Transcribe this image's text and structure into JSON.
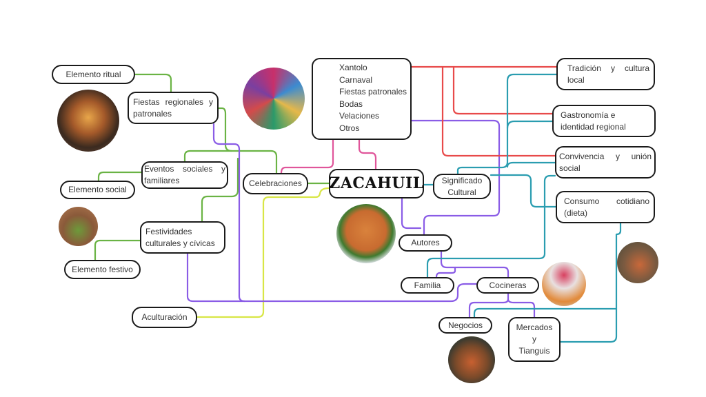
{
  "title": "ZACAHUIL",
  "colors": {
    "green": "#6ab344",
    "purple": "#8a5ce6",
    "pink": "#e0559a",
    "red": "#e84a4a",
    "teal": "#2a9db0",
    "lime": "#d8e645"
  },
  "nodes": {
    "elemento_ritual": "Elemento ritual",
    "fiestas_regionales": "Fiestas regionales y patronales",
    "eventos_sociales": "Eventos sociales y familiares",
    "elemento_social": "Elemento social",
    "festividades": "Festividades culturales y cívicas",
    "elemento_festivo": "Elemento festivo",
    "aculturacion": "Aculturación",
    "celebraciones": "Celebraciones",
    "significado": "Significado Cultural",
    "autores": "Autores",
    "familia": "Familia",
    "cocineras": "Cocineras",
    "negocios": "Negocios",
    "mercados": [
      "Mercados",
      "y",
      "Tianguis"
    ],
    "tradicion": "Tradición y cultura local",
    "gastronomia": "Gastronomía e identidad regional",
    "convivencia": "Convivencia y unión social",
    "consumo": "Consumo cotidiano (dieta)"
  },
  "celebration_list": [
    "Xantolo",
    "Carnaval",
    "Fiestas patronales",
    "Bodas",
    "Velaciones",
    "Otros"
  ],
  "photos": [
    "altar-photo",
    "dancers-photo",
    "festive-offering-photo",
    "zacahuil-dish-photo",
    "cook-photo",
    "oven-photo",
    "market-dish-photo"
  ]
}
